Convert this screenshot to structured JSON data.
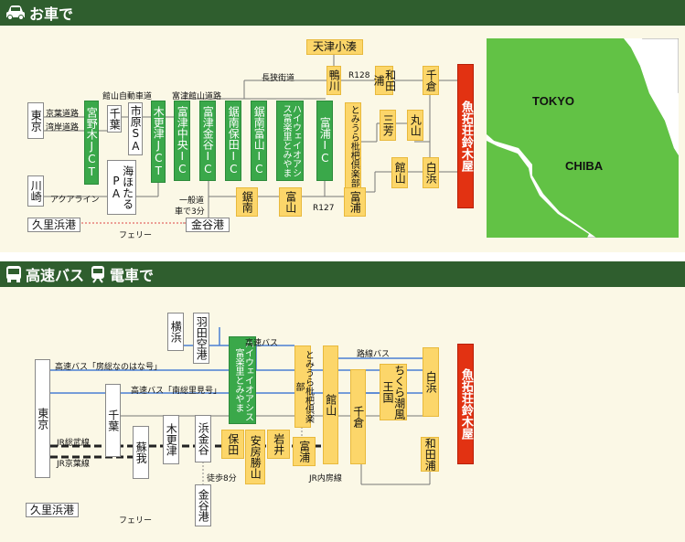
{
  "section1": {
    "title": "お車で"
  },
  "section2": {
    "title": "高速バス",
    "title2": "電車で"
  },
  "car": {
    "tokyo": "東京",
    "kawasaki": "川崎",
    "kurihama": "久里浜港",
    "kanaya": "金谷港",
    "miyanoki": "宮野木JCT",
    "chiba": "千葉",
    "ichihara": "市原SA",
    "kisarazu": "木更津JCT",
    "umihotaru": "海ほたるPA",
    "futtsu_chuo": "富津中央IC",
    "futtsu_kanaya": "富津金谷IC",
    "kyonan_hota": "鋸南保田IC",
    "kyonan_tomiyama": "鋸南富山IC",
    "tomiura_rest": "ハイウェイオアシス富楽里とみやま",
    "tomiura_ic": "富浦IC",
    "biwa": "とみうら枇杷倶楽部",
    "amatsu": "天津小湊",
    "kamogawa": "鴨川",
    "wadaura": "和田浦",
    "chikura": "千倉",
    "maruyama": "丸山",
    "miyoshi": "三芳",
    "tateyama": "館山",
    "shirahama": "白浜",
    "kyonan": "鋸南",
    "tomiyama": "富山",
    "tomiura": "富浦",
    "dest": "魚拓荘鈴木屋",
    "l_keiyo": "京葉道路",
    "l_wangan": "湾岸道路",
    "l_tateyama_exp": "館山自動車道",
    "l_futtsu_tateyama": "富津館山道路",
    "l_boso": "長狭街道",
    "l_r128": "R128",
    "l_aqua": "アクアライン",
    "l_ferry": "フェリー",
    "l_ippan": "一般道",
    "l_3min": "車で3分",
    "l_r127": "R127"
  },
  "map": {
    "tokyo": "TOKYO",
    "chiba": "CHIBA"
  },
  "bus": {
    "tokyo": "東京",
    "yokohama": "横浜",
    "haneda": "羽田空港",
    "tomiura_rest": "ハイウェイオアシス富楽里とみやま",
    "biwa": "とみうら枇杷倶楽部",
    "tateyama": "館山",
    "chikura": "千倉",
    "chikura2": "ちくら潮風王国",
    "shirahama": "白浜",
    "dest": "魚拓荘鈴木屋",
    "chiba": "千葉",
    "soga": "蘇我",
    "kisarazu": "木更津",
    "hama_kanaya": "浜金谷",
    "hota": "保田",
    "awa_katsuyama": "安房勝山",
    "iwai": "岩井",
    "tomiura": "富浦",
    "wadaura": "和田浦",
    "kanaya": "金谷港",
    "kurihama": "久里浜港",
    "l_highway": "高速バス",
    "l_bus_hanano": "高速バス「房総なのはな号」",
    "l_bus_nanso": "高速バス「南総里見号」",
    "l_rosen": "路線バス",
    "l_sobu": "JR総武線",
    "l_keiyo": "JR京葉線",
    "l_uchibo": "JR内房線",
    "l_walk": "徒歩8分",
    "l_ferry": "フェリー"
  }
}
